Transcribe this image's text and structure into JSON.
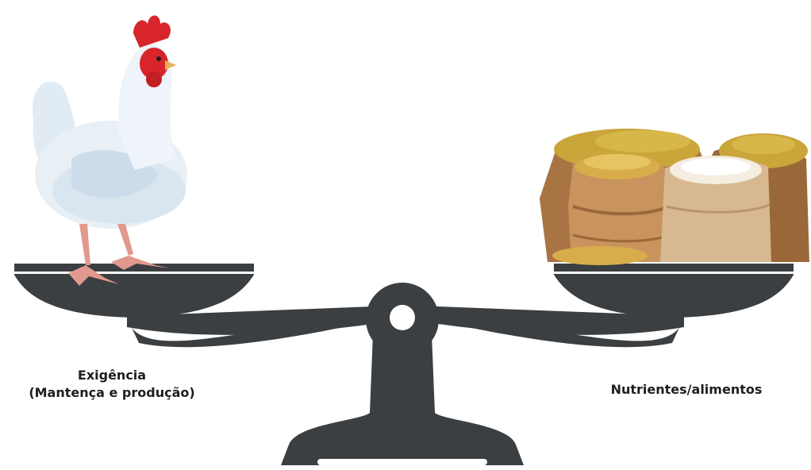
{
  "labels": {
    "requirement_title": "Exigência",
    "requirement_subtitle": "(Mantença e produção)",
    "nutrients": "Nutrientes/alimentos"
  },
  "colors": {
    "scale": "#3b3f42",
    "scale_highlight": "#ffffff",
    "hen_body": "#e8f0f6",
    "hen_comb": "#d7252b",
    "hen_legs": "#e2998d",
    "sack": "#c9935e",
    "sack_dark": "#9a6838",
    "grain": "#c9a53a",
    "flour": "#f4ede0"
  },
  "icons": [
    "hen-icon",
    "feed-sacks-icon",
    "balance-scale-icon"
  ]
}
